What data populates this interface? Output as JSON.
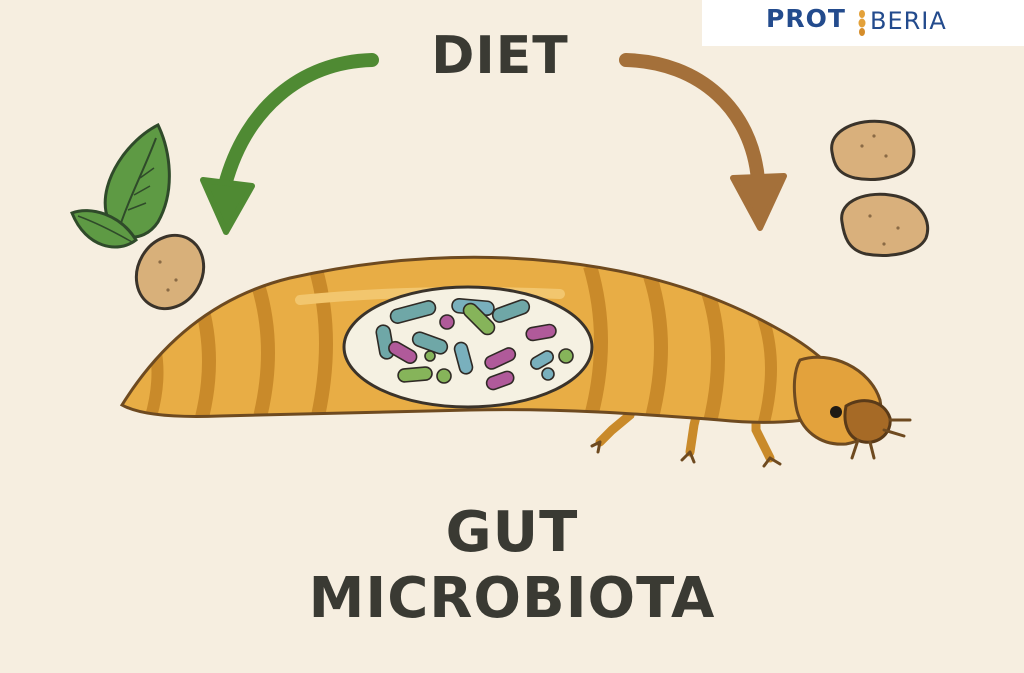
{
  "logo": {
    "part1": "PROT",
    "part2": "BERIA"
  },
  "title": "DIET",
  "caption_line1": "GUT",
  "caption_line2": "MICROBIOTA",
  "colors": {
    "background": "#f6eee0",
    "green_arrow": "#4f8a33",
    "brown_arrow": "#a4703a",
    "larva_body": "#e6ab3e",
    "larva_stripe": "#c98a2a",
    "text": "#3a3a33",
    "logo_blue": "#234b8d"
  },
  "icons": [
    "leaf-icon",
    "seed-icon",
    "potato-icon",
    "bacteria-icon",
    "larva-icon"
  ]
}
